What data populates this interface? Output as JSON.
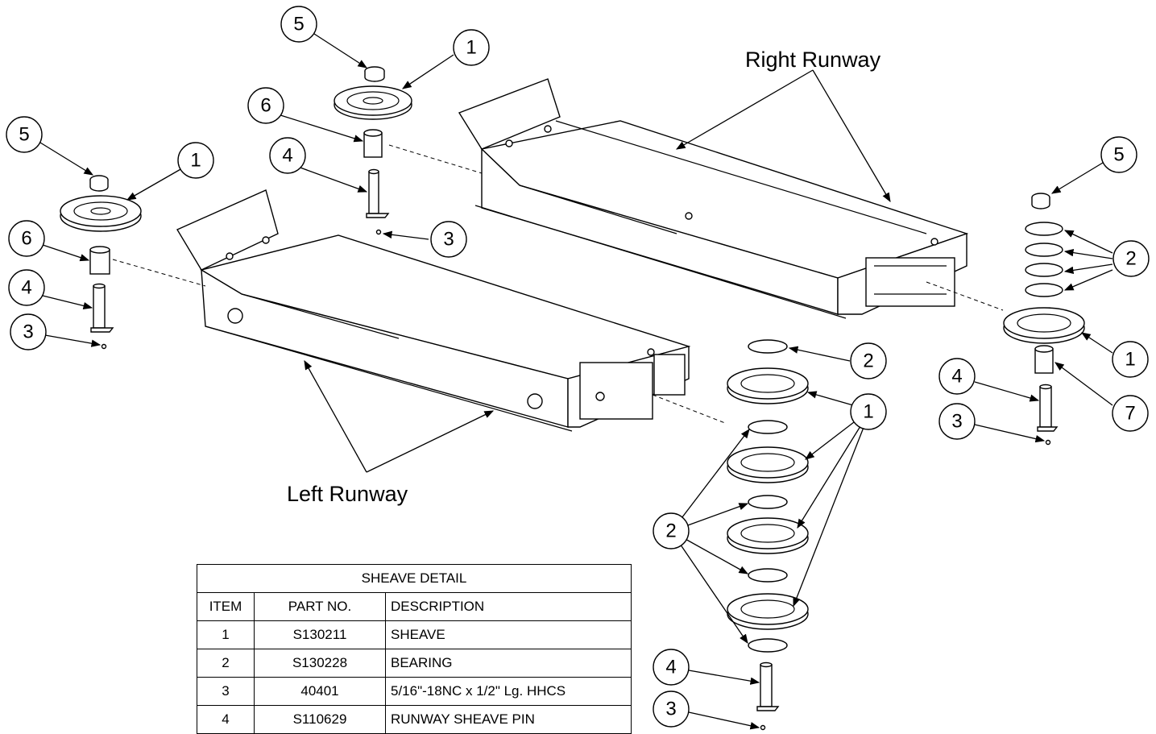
{
  "labels": {
    "right_runway": "Right Runway",
    "left_runway": "Left Runway"
  },
  "callouts": {
    "c1": "5",
    "c2": "1",
    "c3": "6",
    "c4": "4",
    "c5": "3",
    "c6": "5",
    "c7": "1",
    "c8": "6",
    "c9": "4",
    "c10": "3",
    "c11": "5",
    "c12": "2",
    "c13": "1",
    "c14": "7",
    "c15": "4",
    "c16": "3",
    "c17": "2",
    "c18": "1",
    "c19": "2",
    "c20": "4",
    "c21": "3"
  },
  "table": {
    "title": "SHEAVE DETAIL",
    "headers": [
      "ITEM",
      "PART NO.",
      "DESCRIPTION"
    ],
    "rows": [
      [
        "1",
        "S130211",
        "SHEAVE"
      ],
      [
        "2",
        "S130228",
        "BEARING"
      ],
      [
        "3",
        "40401",
        "5/16\"-18NC x 1/2\" Lg. HHCS"
      ],
      [
        "4",
        "S110629",
        "RUNWAY SHEAVE PIN"
      ]
    ]
  }
}
